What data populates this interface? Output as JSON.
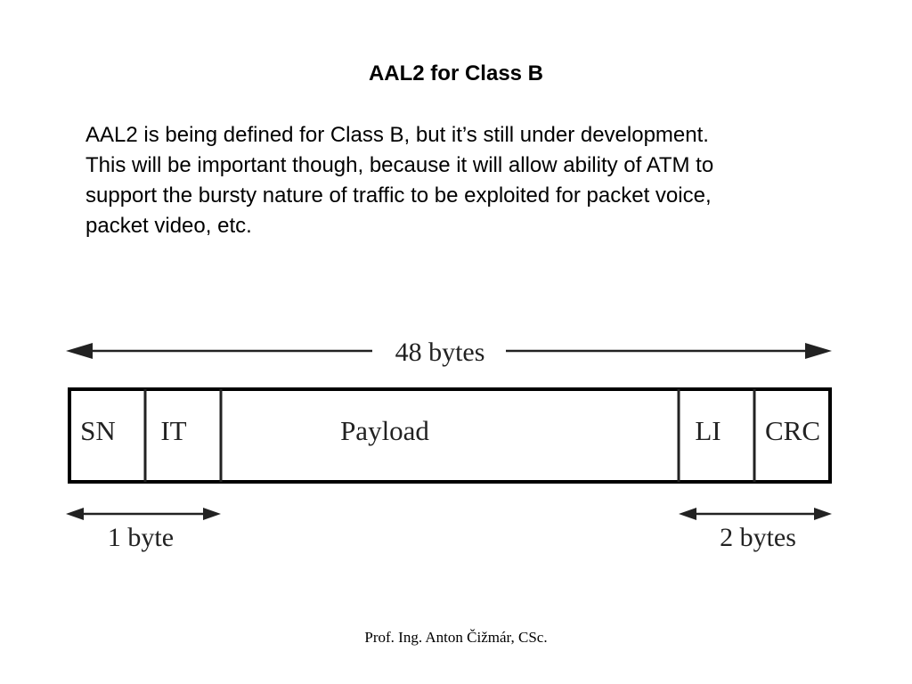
{
  "slide": {
    "title": "AAL2 for Class B",
    "body_lines": [
      "AAL2 is being defined for Class B, but it’s still under development.",
      "This will be important though, because it will allow ability of ATM to",
      "support the bursty nature of traffic to be exploited for packet voice,",
      "packet video, etc."
    ],
    "footer": "Prof. Ing. Anton Čižmár, CSc."
  },
  "diagram": {
    "total_label": "48 bytes",
    "fields": [
      {
        "label": "SN"
      },
      {
        "label": "IT"
      },
      {
        "label": "Payload"
      },
      {
        "label": "LI"
      },
      {
        "label": "CRC"
      }
    ],
    "header_label": "1 byte",
    "trailer_label": "2 bytes"
  }
}
